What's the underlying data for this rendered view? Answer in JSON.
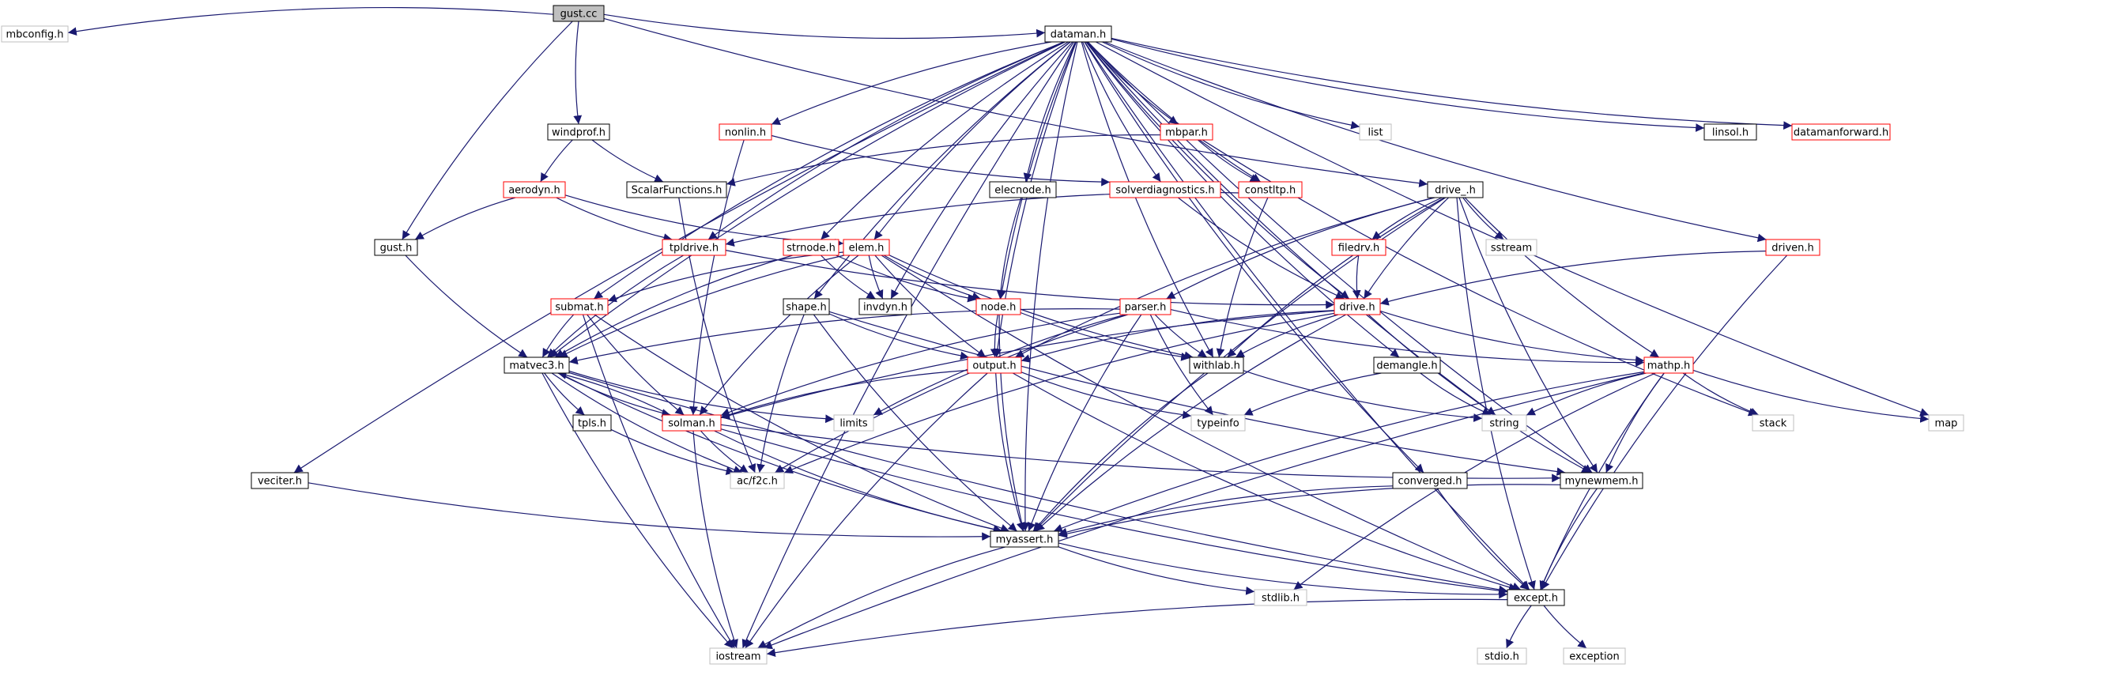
{
  "diagram": {
    "colors": {
      "edge": "#191970",
      "normal_border": "#000000",
      "missing_border": "#bfbfbf",
      "link_border": "#ff0000",
      "root_fill": "#bfbfbf",
      "text": "#000000"
    },
    "nodes": [
      {
        "id": "gust_cc",
        "label": "gust.cc",
        "style": "root"
      },
      {
        "id": "mbconfig_h",
        "label": "mbconfig.h",
        "style": "missing"
      },
      {
        "id": "dataman_h",
        "label": "dataman.h",
        "style": "normal"
      },
      {
        "id": "windprof_h",
        "label": "windprof.h",
        "style": "normal"
      },
      {
        "id": "nonlin_h",
        "label": "nonlin.h",
        "style": "link"
      },
      {
        "id": "mbpar_h",
        "label": "mbpar.h",
        "style": "link"
      },
      {
        "id": "list",
        "label": "list",
        "style": "missing"
      },
      {
        "id": "linsol_h",
        "label": "linsol.h",
        "style": "normal"
      },
      {
        "id": "datamanforward_h",
        "label": "datamanforward.h",
        "style": "link"
      },
      {
        "id": "aerodyn_h",
        "label": "aerodyn.h",
        "style": "link"
      },
      {
        "id": "scalarfunctions_h",
        "label": "ScalarFunctions.h",
        "style": "normal"
      },
      {
        "id": "solverdiagnostics_h",
        "label": "solverdiagnostics.h",
        "style": "link"
      },
      {
        "id": "constltp_h",
        "label": "constltp.h",
        "style": "link"
      },
      {
        "id": "drive__h",
        "label": "drive_.h",
        "style": "normal"
      },
      {
        "id": "elecnode_h",
        "label": "elecnode.h",
        "style": "normal"
      },
      {
        "id": "gust_h",
        "label": "gust.h",
        "style": "normal"
      },
      {
        "id": "tpldrive_h",
        "label": "tpldrive.h",
        "style": "link"
      },
      {
        "id": "strnode_h",
        "label": "strnode.h",
        "style": "link"
      },
      {
        "id": "elem_h",
        "label": "elem.h",
        "style": "link"
      },
      {
        "id": "filedrv_h",
        "label": "filedrv.h",
        "style": "link"
      },
      {
        "id": "sstream",
        "label": "sstream",
        "style": "missing"
      },
      {
        "id": "driven_h",
        "label": "driven.h",
        "style": "link"
      },
      {
        "id": "submat_h",
        "label": "submat.h",
        "style": "link"
      },
      {
        "id": "shape_h",
        "label": "shape.h",
        "style": "normal"
      },
      {
        "id": "invdyn_h",
        "label": "invdyn.h",
        "style": "normal"
      },
      {
        "id": "node_h",
        "label": "node.h",
        "style": "link"
      },
      {
        "id": "parser_h",
        "label": "parser.h",
        "style": "link"
      },
      {
        "id": "drive_h",
        "label": "drive.h",
        "style": "link"
      },
      {
        "id": "matvec3_h",
        "label": "matvec3.h",
        "style": "normal"
      },
      {
        "id": "output_h",
        "label": "output.h",
        "style": "link"
      },
      {
        "id": "withlab_h",
        "label": "withlab.h",
        "style": "normal"
      },
      {
        "id": "demangle_h",
        "label": "demangle.h",
        "style": "normal"
      },
      {
        "id": "mathp_h",
        "label": "mathp.h",
        "style": "link"
      },
      {
        "id": "tpls_h",
        "label": "tpls.h",
        "style": "normal"
      },
      {
        "id": "solman_h",
        "label": "solman.h",
        "style": "link"
      },
      {
        "id": "limits",
        "label": "limits",
        "style": "missing"
      },
      {
        "id": "typeinfo",
        "label": "typeinfo",
        "style": "missing"
      },
      {
        "id": "string",
        "label": "string",
        "style": "missing"
      },
      {
        "id": "stack",
        "label": "stack",
        "style": "missing"
      },
      {
        "id": "map",
        "label": "map",
        "style": "missing"
      },
      {
        "id": "veciter_h",
        "label": "veciter.h",
        "style": "normal"
      },
      {
        "id": "ac_f2c_h",
        "label": "ac/f2c.h",
        "style": "missing"
      },
      {
        "id": "converged_h",
        "label": "converged.h",
        "style": "normal"
      },
      {
        "id": "mynewmem_h",
        "label": "mynewmem.h",
        "style": "normal"
      },
      {
        "id": "myassert_h",
        "label": "myassert.h",
        "style": "normal"
      },
      {
        "id": "stdlib_h",
        "label": "stdlib.h",
        "style": "missing"
      },
      {
        "id": "except_h",
        "label": "except.h",
        "style": "normal"
      },
      {
        "id": "iostream",
        "label": "iostream",
        "style": "missing"
      },
      {
        "id": "stdio_h",
        "label": "stdio.h",
        "style": "missing"
      },
      {
        "id": "exception",
        "label": "exception",
        "style": "missing"
      }
    ],
    "edges": [
      [
        "gust_cc",
        "mbconfig_h"
      ],
      [
        "gust_cc",
        "dataman_h"
      ],
      [
        "gust_cc",
        "windprof_h"
      ],
      [
        "gust_cc",
        "gust_h"
      ],
      [
        "gust_cc",
        "drive__h"
      ],
      [
        "dataman_h",
        "nonlin_h"
      ],
      [
        "dataman_h",
        "mbpar_h"
      ],
      [
        "dataman_h",
        "list"
      ],
      [
        "dataman_h",
        "linsol_h"
      ],
      [
        "dataman_h",
        "datamanforward_h"
      ],
      [
        "dataman_h",
        "solverdiagnostics_h"
      ],
      [
        "dataman_h",
        "constltp_h"
      ],
      [
        "dataman_h",
        "elecnode_h"
      ],
      [
        "dataman_h",
        "elem_h"
      ],
      [
        "dataman_h",
        "strnode_h"
      ],
      [
        "dataman_h",
        "tpldrive_h"
      ],
      [
        "dataman_h",
        "submat_h"
      ],
      [
        "dataman_h",
        "shape_h"
      ],
      [
        "dataman_h",
        "invdyn_h"
      ],
      [
        "dataman_h",
        "node_h"
      ],
      [
        "dataman_h",
        "drive_h"
      ],
      [
        "dataman_h",
        "output_h"
      ],
      [
        "dataman_h",
        "withlab_h"
      ],
      [
        "dataman_h",
        "demangle_h"
      ],
      [
        "dataman_h",
        "driven_h"
      ],
      [
        "dataman_h",
        "matvec3_h"
      ],
      [
        "dataman_h",
        "veciter_h"
      ],
      [
        "dataman_h",
        "converged_h"
      ],
      [
        "dataman_h",
        "mynewmem_h"
      ],
      [
        "dataman_h",
        "myassert_h"
      ],
      [
        "dataman_h",
        "except_h"
      ],
      [
        "dataman_h",
        "iostream"
      ],
      [
        "dataman_h",
        "string"
      ],
      [
        "dataman_h",
        "map"
      ],
      [
        "windprof_h",
        "aerodyn_h"
      ],
      [
        "windprof_h",
        "scalarfunctions_h"
      ],
      [
        "nonlin_h",
        "solverdiagnostics_h"
      ],
      [
        "nonlin_h",
        "solman_h"
      ],
      [
        "mbpar_h",
        "scalarfunctions_h"
      ],
      [
        "mbpar_h",
        "constltp_h"
      ],
      [
        "mbpar_h",
        "stack"
      ],
      [
        "aerodyn_h",
        "gust_h"
      ],
      [
        "aerodyn_h",
        "tpldrive_h"
      ],
      [
        "aerodyn_h",
        "elem_h"
      ],
      [
        "scalarfunctions_h",
        "ac_f2c_h"
      ],
      [
        "solverdiagnostics_h",
        "drive_h"
      ],
      [
        "constltp_h",
        "tpldrive_h"
      ],
      [
        "constltp_h",
        "withlab_h"
      ],
      [
        "drive__h",
        "filedrv_h"
      ],
      [
        "drive__h",
        "sstream"
      ],
      [
        "drive__h",
        "parser_h"
      ],
      [
        "drive__h",
        "drive_h"
      ],
      [
        "drive__h",
        "output_h"
      ],
      [
        "drive__h",
        "withlab_h"
      ],
      [
        "drive__h",
        "mathp_h"
      ],
      [
        "drive__h",
        "mynewmem_h"
      ],
      [
        "drive__h",
        "myassert_h"
      ],
      [
        "drive__h",
        "except_h"
      ],
      [
        "elecnode_h",
        "node_h"
      ],
      [
        "gust_h",
        "matvec3_h"
      ],
      [
        "tpldrive_h",
        "drive_h"
      ],
      [
        "tpldrive_h",
        "matvec3_h"
      ],
      [
        "strnode_h",
        "node_h"
      ],
      [
        "strnode_h",
        "invdyn_h"
      ],
      [
        "strnode_h",
        "matvec3_h"
      ],
      [
        "elem_h",
        "invdyn_h"
      ],
      [
        "elem_h",
        "node_h"
      ],
      [
        "elem_h",
        "output_h"
      ],
      [
        "elem_h",
        "withlab_h"
      ],
      [
        "elem_h",
        "solman_h"
      ],
      [
        "elem_h",
        "submat_h"
      ],
      [
        "elem_h",
        "matvec3_h"
      ],
      [
        "elem_h",
        "except_h"
      ],
      [
        "filedrv_h",
        "drive_h"
      ],
      [
        "driven_h",
        "drive_h"
      ],
      [
        "driven_h",
        "except_h"
      ],
      [
        "submat_h",
        "matvec3_h"
      ],
      [
        "submat_h",
        "solman_h"
      ],
      [
        "submat_h",
        "myassert_h"
      ],
      [
        "submat_h",
        "iostream"
      ],
      [
        "shape_h",
        "output_h"
      ],
      [
        "shape_h",
        "ac_f2c_h"
      ],
      [
        "shape_h",
        "mynewmem_h"
      ],
      [
        "shape_h",
        "myassert_h"
      ],
      [
        "node_h",
        "output_h"
      ],
      [
        "node_h",
        "withlab_h"
      ],
      [
        "node_h",
        "myassert_h"
      ],
      [
        "parser_h",
        "matvec3_h"
      ],
      [
        "parser_h",
        "mathp_h"
      ],
      [
        "parser_h",
        "typeinfo"
      ],
      [
        "parser_h",
        "limits"
      ],
      [
        "parser_h",
        "solman_h"
      ],
      [
        "parser_h",
        "ac_f2c_h"
      ],
      [
        "parser_h",
        "myassert_h"
      ],
      [
        "parser_h",
        "withlab_h"
      ],
      [
        "drive_h",
        "output_h"
      ],
      [
        "drive_h",
        "withlab_h"
      ],
      [
        "drive_h",
        "mathp_h"
      ],
      [
        "drive_h",
        "solman_h"
      ],
      [
        "drive_h",
        "ac_f2c_h"
      ],
      [
        "drive_h",
        "mynewmem_h"
      ],
      [
        "drive_h",
        "myassert_h"
      ],
      [
        "matvec3_h",
        "tpls_h"
      ],
      [
        "matvec3_h",
        "solman_h"
      ],
      [
        "matvec3_h",
        "limits"
      ],
      [
        "matvec3_h",
        "ac_f2c_h"
      ],
      [
        "matvec3_h",
        "myassert_h"
      ],
      [
        "matvec3_h",
        "except_h"
      ],
      [
        "matvec3_h",
        "iostream"
      ],
      [
        "output_h",
        "solman_h"
      ],
      [
        "output_h",
        "typeinfo"
      ],
      [
        "output_h",
        "myassert_h"
      ],
      [
        "output_h",
        "iostream"
      ],
      [
        "output_h",
        "except_h"
      ],
      [
        "withlab_h",
        "string"
      ],
      [
        "withlab_h",
        "myassert_h"
      ],
      [
        "demangle_h",
        "typeinfo"
      ],
      [
        "demangle_h",
        "string"
      ],
      [
        "mathp_h",
        "string"
      ],
      [
        "mathp_h",
        "stack"
      ],
      [
        "mathp_h",
        "map"
      ],
      [
        "mathp_h",
        "mynewmem_h"
      ],
      [
        "mathp_h",
        "myassert_h"
      ],
      [
        "mathp_h",
        "except_h"
      ],
      [
        "mathp_h",
        "stdlib_h"
      ],
      [
        "mathp_h",
        "iostream"
      ],
      [
        "tpls_h",
        "ac_f2c_h"
      ],
      [
        "solman_h",
        "matvec3_h"
      ],
      [
        "solman_h",
        "ac_f2c_h"
      ],
      [
        "solman_h",
        "myassert_h"
      ],
      [
        "solman_h",
        "mynewmem_h"
      ],
      [
        "solman_h",
        "except_h"
      ],
      [
        "solman_h",
        "iostream"
      ],
      [
        "veciter_h",
        "myassert_h"
      ],
      [
        "converged_h",
        "myassert_h"
      ],
      [
        "converged_h",
        "except_h"
      ],
      [
        "mynewmem_h",
        "myassert_h"
      ],
      [
        "mynewmem_h",
        "except_h"
      ],
      [
        "myassert_h",
        "except_h"
      ],
      [
        "myassert_h",
        "stdlib_h"
      ],
      [
        "myassert_h",
        "iostream"
      ],
      [
        "except_h",
        "stdio_h"
      ],
      [
        "except_h",
        "exception"
      ],
      [
        "except_h",
        "iostream"
      ]
    ]
  }
}
